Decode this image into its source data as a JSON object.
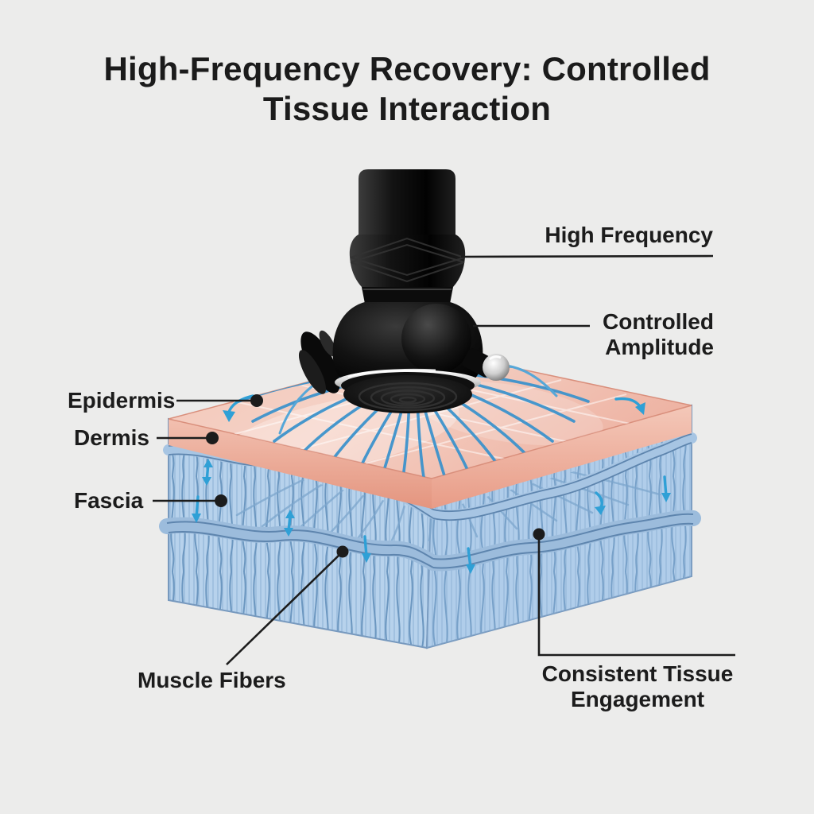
{
  "title": {
    "line1": "High-Frequency Recovery: Controlled",
    "line2": "Tissue Interaction"
  },
  "device_labels": {
    "high_frequency": "High Frequency",
    "controlled_amplitude": [
      "Controlled",
      "Amplitude"
    ]
  },
  "tissue_labels": {
    "epidermis": "Epidermis",
    "dermis": "Dermis",
    "fascia": "Fascia",
    "muscle_fibers": "Muscle Fibers",
    "consistent_engagement": [
      "Consistent Tissue",
      "Engagement"
    ]
  },
  "icons": {
    "device": "massage-gun-head-icon",
    "vibration_waves": "radiating-wave-lines-icon",
    "motion_arrows": "cyan-motion-arrow-icons",
    "leader_dots": "black-pointer-dot-icons"
  },
  "colors": {
    "background": "#ececeb",
    "text": "#1c1c1c",
    "leader_line": "#1c1c1c",
    "epidermis_pink": "#f0bdae",
    "epidermis_side_pink": "#e89c87",
    "dermis_blue": "#a7c5e3",
    "muscle_blue": "#b7d2ec",
    "fiber_stroke": "#7ca6cd",
    "fascia_blue": "#9cbcdc",
    "wave_blue": "#3d93cc",
    "arrow_cyan": "#2fa0d6",
    "device_black": "#0d0d0d",
    "chrome": "#e8e8e8"
  }
}
